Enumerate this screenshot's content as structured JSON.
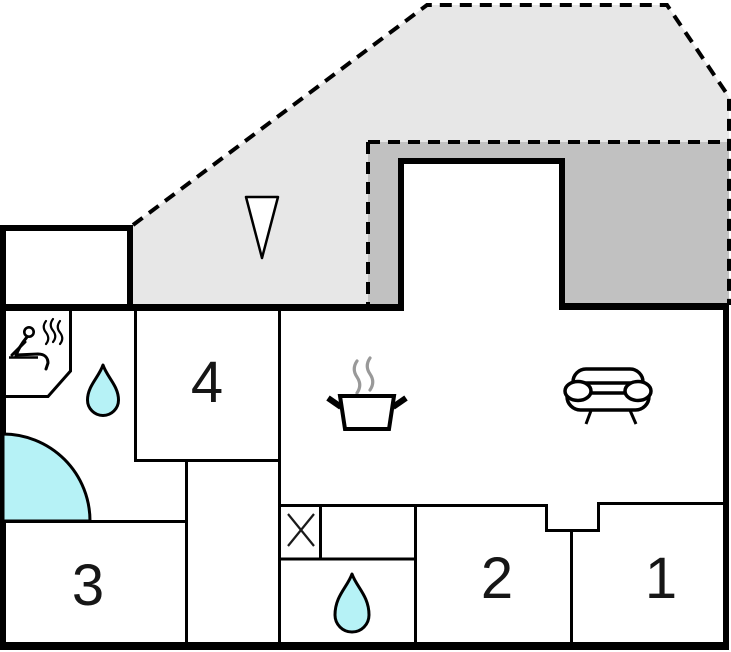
{
  "plan": {
    "type": "floorplan",
    "rooms": [
      {
        "number": "1"
      },
      {
        "number": "2"
      },
      {
        "number": "3"
      },
      {
        "number": "4"
      }
    ],
    "icons": [
      "north-arrow-icon",
      "sauna-icon",
      "water-drop-icon",
      "water-drop-icon",
      "corner-shower",
      "shower-x-icon",
      "cooking-pot-icon",
      "sofa-icon"
    ],
    "colors": {
      "wall": "#000000",
      "terrace_light": "#e7e7e7",
      "terrace_dark": "#c1c1c1",
      "water": "#b6f2f6",
      "steam": "#999999",
      "floor": "#ffffff"
    }
  }
}
